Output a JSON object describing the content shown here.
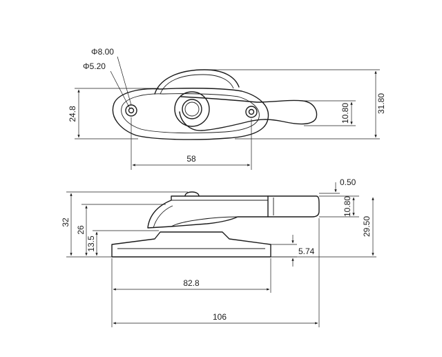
{
  "dimensions": {
    "top_view": {
      "hole_outer": "Φ8.00",
      "hole_inner": "Φ5.20",
      "height_left": "24.8",
      "height_right_outer": "31.80",
      "height_right_inner": "10.80",
      "hole_spacing": "58"
    },
    "side_view": {
      "height_total": "32",
      "height_mid": "26",
      "height_low": "13.5",
      "base_thickness": "5.74",
      "lever_gap": "0.50",
      "lever_height": "10.80",
      "height_right": "29.50",
      "base_length": "82.8",
      "overall_length": "106"
    }
  }
}
